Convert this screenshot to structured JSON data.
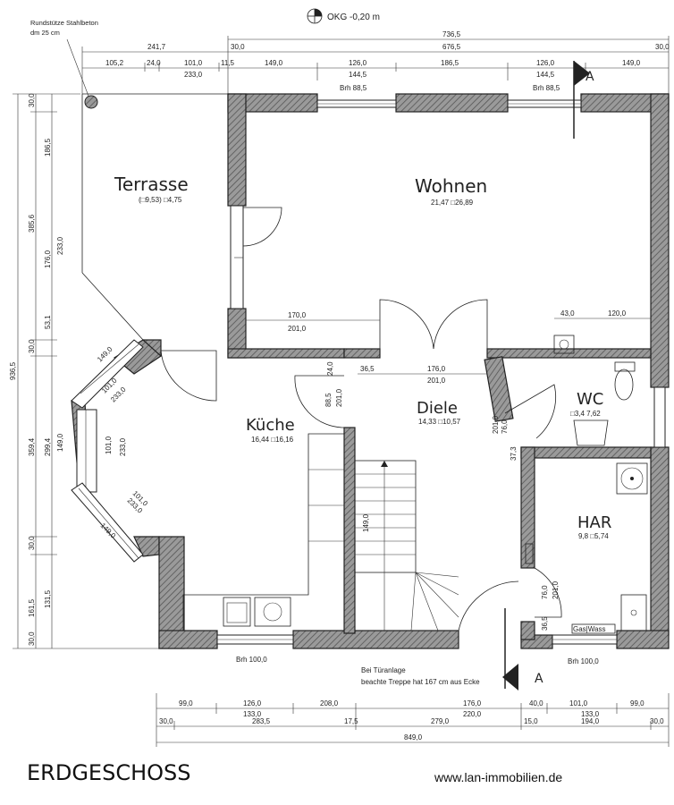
{
  "title": "ERDGESCHOSS",
  "website": "www.lan-immobilien.de",
  "level_marker": "OKG -0,20 m",
  "column_note": [
    "Rundstütze Stahlbeton",
    "dm 25 cm"
  ],
  "section_label": "A",
  "rooms": {
    "terrasse": {
      "name": "Terrasse",
      "area": "(□9,53)  □4,75"
    },
    "wohnen": {
      "name": "Wohnen",
      "area": "21,47   □26,89"
    },
    "kueche": {
      "name": "Küche",
      "area": "16,44   □16,16"
    },
    "diele": {
      "name": "Diele",
      "area": "14,33   □10,57"
    },
    "wc": {
      "name": "WC",
      "area": "□3,4   7,62"
    },
    "har": {
      "name": "HAR",
      "area": "9,8   □5,74"
    }
  },
  "window_labels": {
    "brh_top_left": "Brh 88,5",
    "brh_top_right": "Brh 88,5",
    "brh_bottom_left": "Brh 100,0",
    "brh_bottom_right": "Brh 100,0"
  },
  "notes": {
    "stair_note_1": "Bei Türanlage",
    "stair_note_2": "beachte Treppe hat 167 cm aus Ecke",
    "gas_wasser": "Gas|Wass"
  },
  "dims_top": {
    "overall": "736,5",
    "row2_left": "241,7",
    "row2_30": "30,0",
    "row2_right": "676,5",
    "row2_end": "30,0",
    "row3": [
      "105,2",
      "24,0",
      "101,0",
      "11,5",
      "149,0",
      "126,0",
      "186,5",
      "126,0",
      "149,0"
    ],
    "row4": [
      "233,0",
      "144,5",
      "144,5"
    ]
  },
  "dims_left": {
    "overall": "936,5",
    "row": [
      "30,0",
      "186,5",
      "385,6",
      "176,0",
      "233,0",
      "53,1",
      "30,0",
      "299,4",
      "359,4",
      "149,0",
      "30,0",
      "131,5",
      "161,5",
      "30,0"
    ]
  },
  "dims_bottom": {
    "row1": [
      "99,0",
      "126,0",
      "208,0",
      "176,0",
      "40,0",
      "101,0",
      "99,0"
    ],
    "row2": [
      "133,0",
      "220,0",
      "133,0"
    ],
    "row3": [
      "30,0",
      "283,5",
      "17,5",
      "279,0",
      "15,0",
      "194,0",
      "30,0"
    ],
    "overall": "849,0"
  },
  "dims_inner": {
    "d170": "170,0",
    "d201a": "201,0",
    "d43": "43,0",
    "d120": "120,0",
    "d36": "36,5",
    "d176": "176,0",
    "d201b": "201,0",
    "d24": "24,0",
    "d885": "88,5",
    "d201c": "201,0",
    "d760": "76,0",
    "d2010": "201,0",
    "d373": "37,3",
    "d149a": "149,0",
    "d101a": "101,0",
    "d233a": "233,0",
    "d233b": "233,0",
    "d101b": "101,0",
    "d149b": "149,0",
    "d101c": "101,0",
    "d233c": "233,0",
    "d149c": "149,0",
    "d760b": "76,0",
    "d201d": "201,0",
    "d365": "36,5"
  }
}
